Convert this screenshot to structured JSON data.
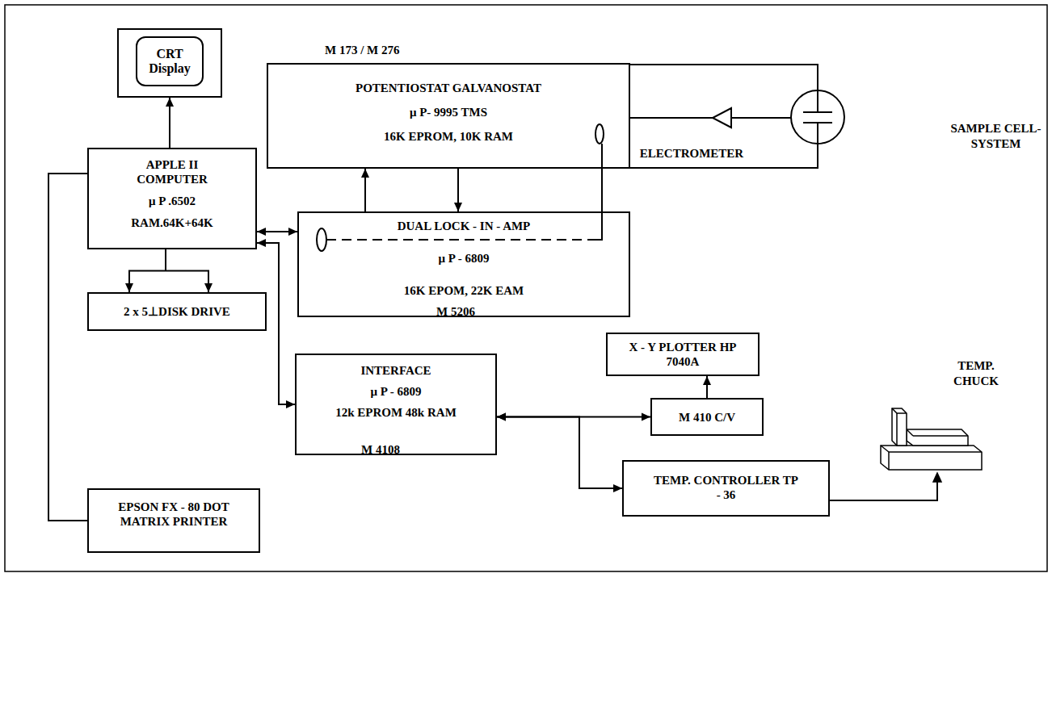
{
  "diagram": {
    "nodes": [
      {
        "text": [
          "CRT Display"
        ]
      },
      {
        "text": [
          "M 173 / M 276",
          "POTENTIOSTAT GALVANOSTAT",
          "μ P- 9995 TMS",
          "16K EPROM, 10K RAM"
        ]
      },
      {
        "text": [
          "APPLE II COMPUTER",
          "μ P .6502",
          "RAM.64K+64K"
        ]
      },
      {
        "text": [
          "DUAL LOCK - IN - AMP",
          "μ P - 6809",
          "16K EPOM, 22K EAM",
          "M 5206"
        ]
      },
      {
        "text": [
          "2 x 5⊥DISK DRIVE"
        ]
      },
      {
        "text": [
          "INTERFACE",
          "μ P - 6809",
          "12k EPROM 48k RAM",
          "M 4108"
        ]
      },
      {
        "text": [
          "X - Y PLOTTER HP 7040A"
        ]
      },
      {
        "text": [
          "M 410 C/V"
        ]
      },
      {
        "text": [
          "TEMP. CONTROLLER TP - 36"
        ]
      },
      {
        "text": [
          "EPSON FX - 80 DOT MATRIX PRINTER"
        ]
      }
    ],
    "edges": [
      {
        "from": 2,
        "to": 0,
        "arrow": "to"
      },
      {
        "from": 2,
        "to": 4,
        "arrow": "to"
      },
      {
        "from": 3,
        "to": 1,
        "arrow": "to"
      },
      {
        "from": 1,
        "to": 3,
        "arrow": "to"
      },
      {
        "from": 2,
        "to": 3,
        "arrow": "both"
      },
      {
        "from": 2,
        "to": 5,
        "arrow": "both"
      },
      {
        "from": 5,
        "to": 7,
        "arrow": "both"
      },
      {
        "from": 5,
        "to": 8,
        "arrow": "both"
      },
      {
        "from": 7,
        "to": 6,
        "arrow": "to"
      },
      {
        "from": 2,
        "to": 9,
        "arrow": "none"
      }
    ],
    "labels": [
      "ELECTROMETER",
      "SAMPLE CELL-SYSTEM",
      "TEMP. CHUCK"
    ]
  }
}
